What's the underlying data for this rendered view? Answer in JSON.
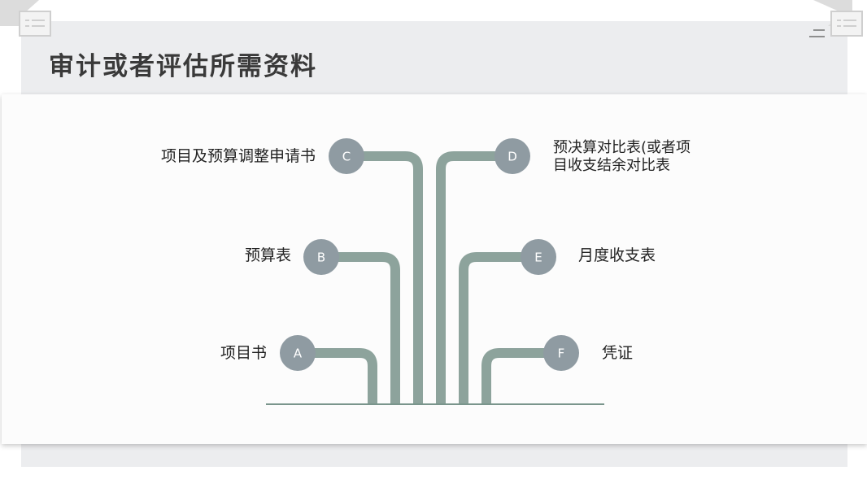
{
  "slide": {
    "title": "审计或者评估所需资料"
  },
  "colors": {
    "branch": "#8da39c",
    "node": "#8f9ba2",
    "baseline": "#7a958c",
    "band": "#ecedef"
  },
  "diagram": {
    "nodes": [
      {
        "id": "A",
        "letter": "A",
        "label": "项目书"
      },
      {
        "id": "B",
        "letter": "B",
        "label": "预算表"
      },
      {
        "id": "C",
        "letter": "C",
        "label": "项目及预算调整申请书"
      },
      {
        "id": "D",
        "letter": "D",
        "label_line1": "预决算对比表(或者项",
        "label_line2": "目收支结余对比表"
      },
      {
        "id": "E",
        "letter": "E",
        "label": "月度收支表"
      },
      {
        "id": "F",
        "letter": "F",
        "label": "凭证"
      }
    ]
  }
}
